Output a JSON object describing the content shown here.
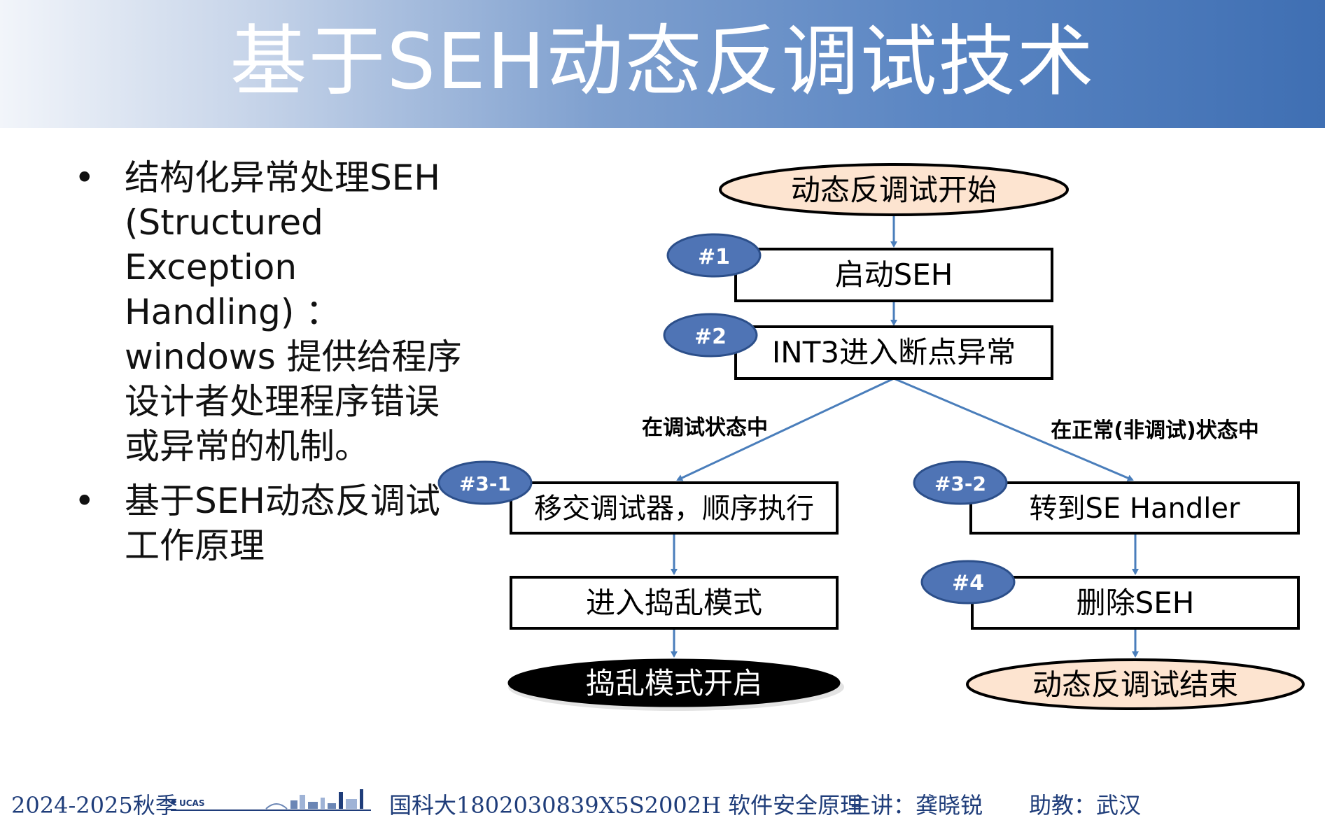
{
  "header": {
    "title": "基于SEH动态反调试技术"
  },
  "bullets": [
    {
      "marker": "•",
      "text": "结构化异常处理SEH (Structured Exception Handling) ： windows 提供给程序设计者处理程序错误或异常的机制。"
    },
    {
      "marker": "•",
      "text": "基于SEH动态反调试工作原理"
    }
  ],
  "flowchart": {
    "start": "动态反调试开始",
    "step1": {
      "tag": "#1",
      "label": "启动SEH"
    },
    "step2": {
      "tag": "#2",
      "label": "INT3进入断点异常"
    },
    "branch_left_label": "在调试状态中",
    "branch_right_label": "在正常(非调试)状态中",
    "step31": {
      "tag": "#3-1",
      "label": "移交调试器，顺序执行"
    },
    "step_left2": {
      "label": "进入捣乱模式"
    },
    "end_left": "捣乱模式开启",
    "step32": {
      "tag": "#3-2",
      "label": "转到SE Handler"
    },
    "step4": {
      "tag": "#4",
      "label": "删除SEH"
    },
    "end_right": "动态反调试结束"
  },
  "colors": {
    "arrow": "#4a7ebb",
    "tag_fill": "#4f74b5",
    "tag_stroke": "#2c4f8a",
    "terminal_fill": "#fde4d0",
    "terminal_dark": "#000000"
  },
  "footer": {
    "term": "2024-2025秋季",
    "logo_text": "UCAS",
    "course": "国科大1802030839X5S2002H 软件安全原理",
    "lecturer": "主讲：龚晓锐",
    "assistant": "助教：武汉"
  }
}
